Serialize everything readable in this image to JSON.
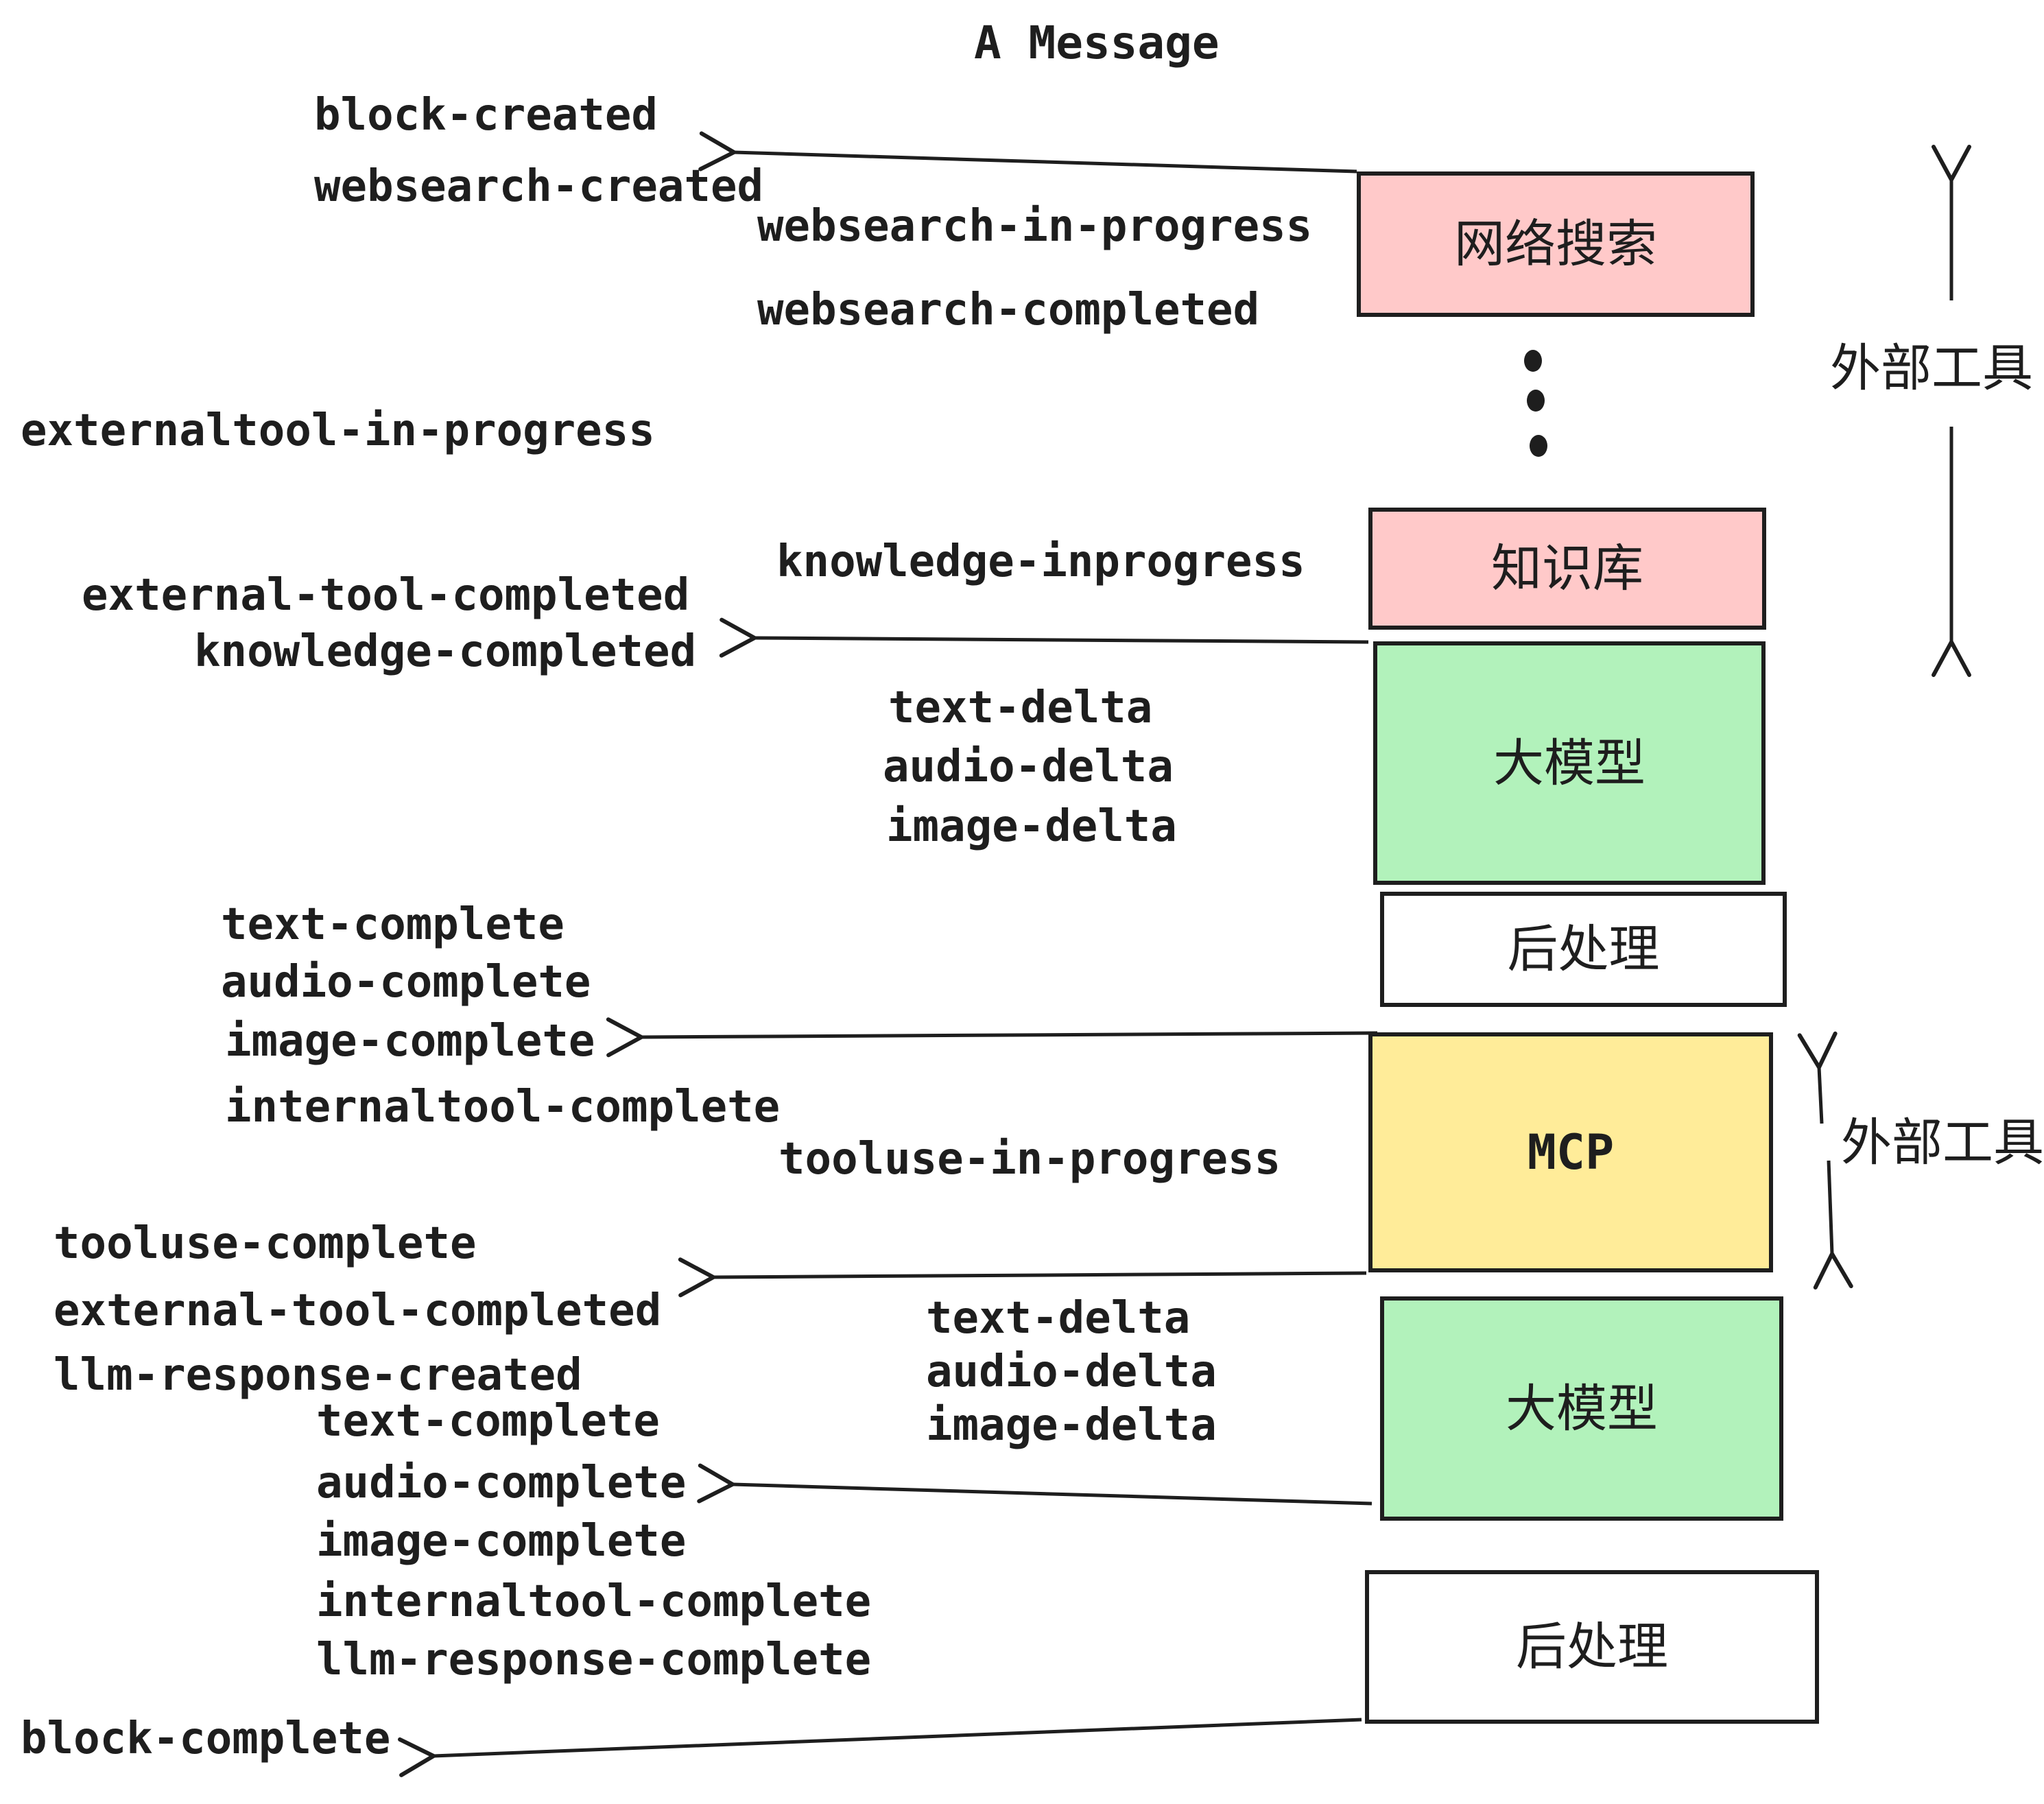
{
  "title": "A Message",
  "colors": {
    "pink": "#ffc9c9",
    "green": "#b2f2bb",
    "yellow": "#ffec99",
    "white": "#ffffff",
    "ink": "#1e1e1e"
  },
  "boxes": [
    {
      "id": "websearch",
      "label": "网络搜索",
      "color": "pink"
    },
    {
      "id": "knowledge",
      "label": "知识库",
      "color": "pink"
    },
    {
      "id": "llm-1",
      "label": "大模型",
      "color": "green"
    },
    {
      "id": "postprocess-1",
      "label": "后处理",
      "color": "white"
    },
    {
      "id": "mcp",
      "label": "MCP",
      "color": "yellow"
    },
    {
      "id": "llm-2",
      "label": "大模型",
      "color": "green"
    },
    {
      "id": "postprocess-2",
      "label": "后处理",
      "color": "white"
    }
  ],
  "side_labels": [
    {
      "text": "外部工具"
    },
    {
      "text": "外部工具"
    }
  ],
  "events": [
    {
      "text": "block-created"
    },
    {
      "text": "websearch-created"
    },
    {
      "text": "websearch-in-progress"
    },
    {
      "text": "websearch-completed"
    },
    {
      "text": "externaltool-in-progress"
    },
    {
      "text": "knowledge-inprogress"
    },
    {
      "text": "external-tool-completed"
    },
    {
      "text": "knowledge-completed"
    },
    {
      "text": "text-delta"
    },
    {
      "text": "audio-delta"
    },
    {
      "text": "image-delta"
    },
    {
      "text": "text-complete"
    },
    {
      "text": "audio-complete"
    },
    {
      "text": "image-complete"
    },
    {
      "text": "internaltool-complete"
    },
    {
      "text": "tooluse-in-progress"
    },
    {
      "text": "tooluse-complete"
    },
    {
      "text": "external-tool-completed"
    },
    {
      "text": "llm-response-created"
    },
    {
      "text": "text-complete"
    },
    {
      "text": "audio-complete"
    },
    {
      "text": "image-complete"
    },
    {
      "text": "internaltool-complete"
    },
    {
      "text": "llm-response-complete"
    },
    {
      "text": "block-complete"
    },
    {
      "text": "text-delta"
    },
    {
      "text": "audio-delta"
    },
    {
      "text": "image-delta"
    }
  ]
}
